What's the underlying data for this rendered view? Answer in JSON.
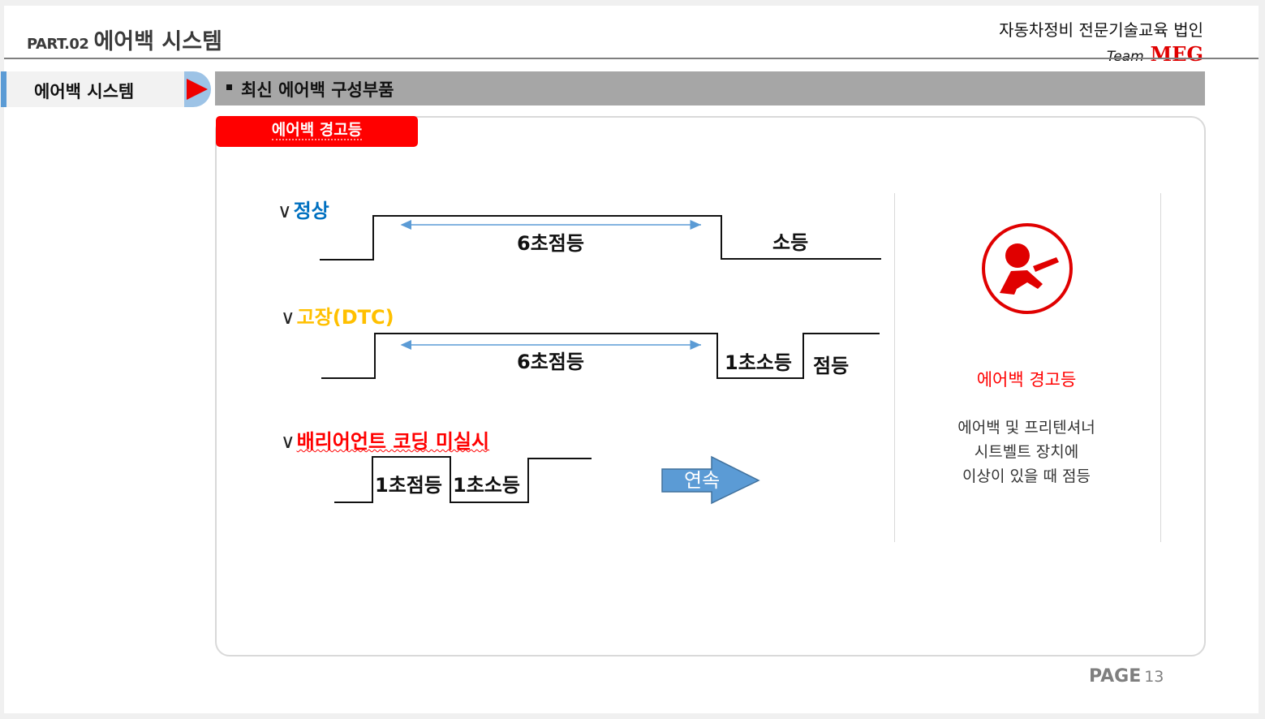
{
  "header": {
    "part": "PART.02",
    "title": "에어백 시스템",
    "org_name": "자동차정비 전문기술교육 법인",
    "team": "Team",
    "brand": "MEG"
  },
  "sidebar": {
    "tab_label": "에어백 시스템"
  },
  "section": {
    "title": "최신 에어백 구성부품"
  },
  "badge": {
    "label": "에어백 경고등"
  },
  "diagram": {
    "normal": {
      "check": "∨",
      "label": "정상",
      "blink_label": "6초점등",
      "off_label": "소등"
    },
    "fault": {
      "check": "∨",
      "label": "고장(DTC)",
      "blink_label": "6초점등",
      "off_label": "1초소등",
      "on_label": "점등"
    },
    "variant": {
      "check": "∨",
      "label": "배리어언트 코딩 미실시",
      "on_label": "1초점등",
      "off_label": "1초소등",
      "continue_label": "연속"
    }
  },
  "side_panel": {
    "icon": "airbag-warning-icon",
    "title": "에어백 경고등",
    "desc_lines": [
      "에어백 및 프리텐셔너",
      "시트벨트 장치에",
      "이상이 있을 때 점등"
    ]
  },
  "footer": {
    "page_word": "PAGE",
    "page_number": "13"
  },
  "colors": {
    "accent_red": "#ff0000",
    "accent_blue": "#5b9bd5",
    "normal_blue": "#0070c0",
    "fault_orange": "#ffc000"
  }
}
